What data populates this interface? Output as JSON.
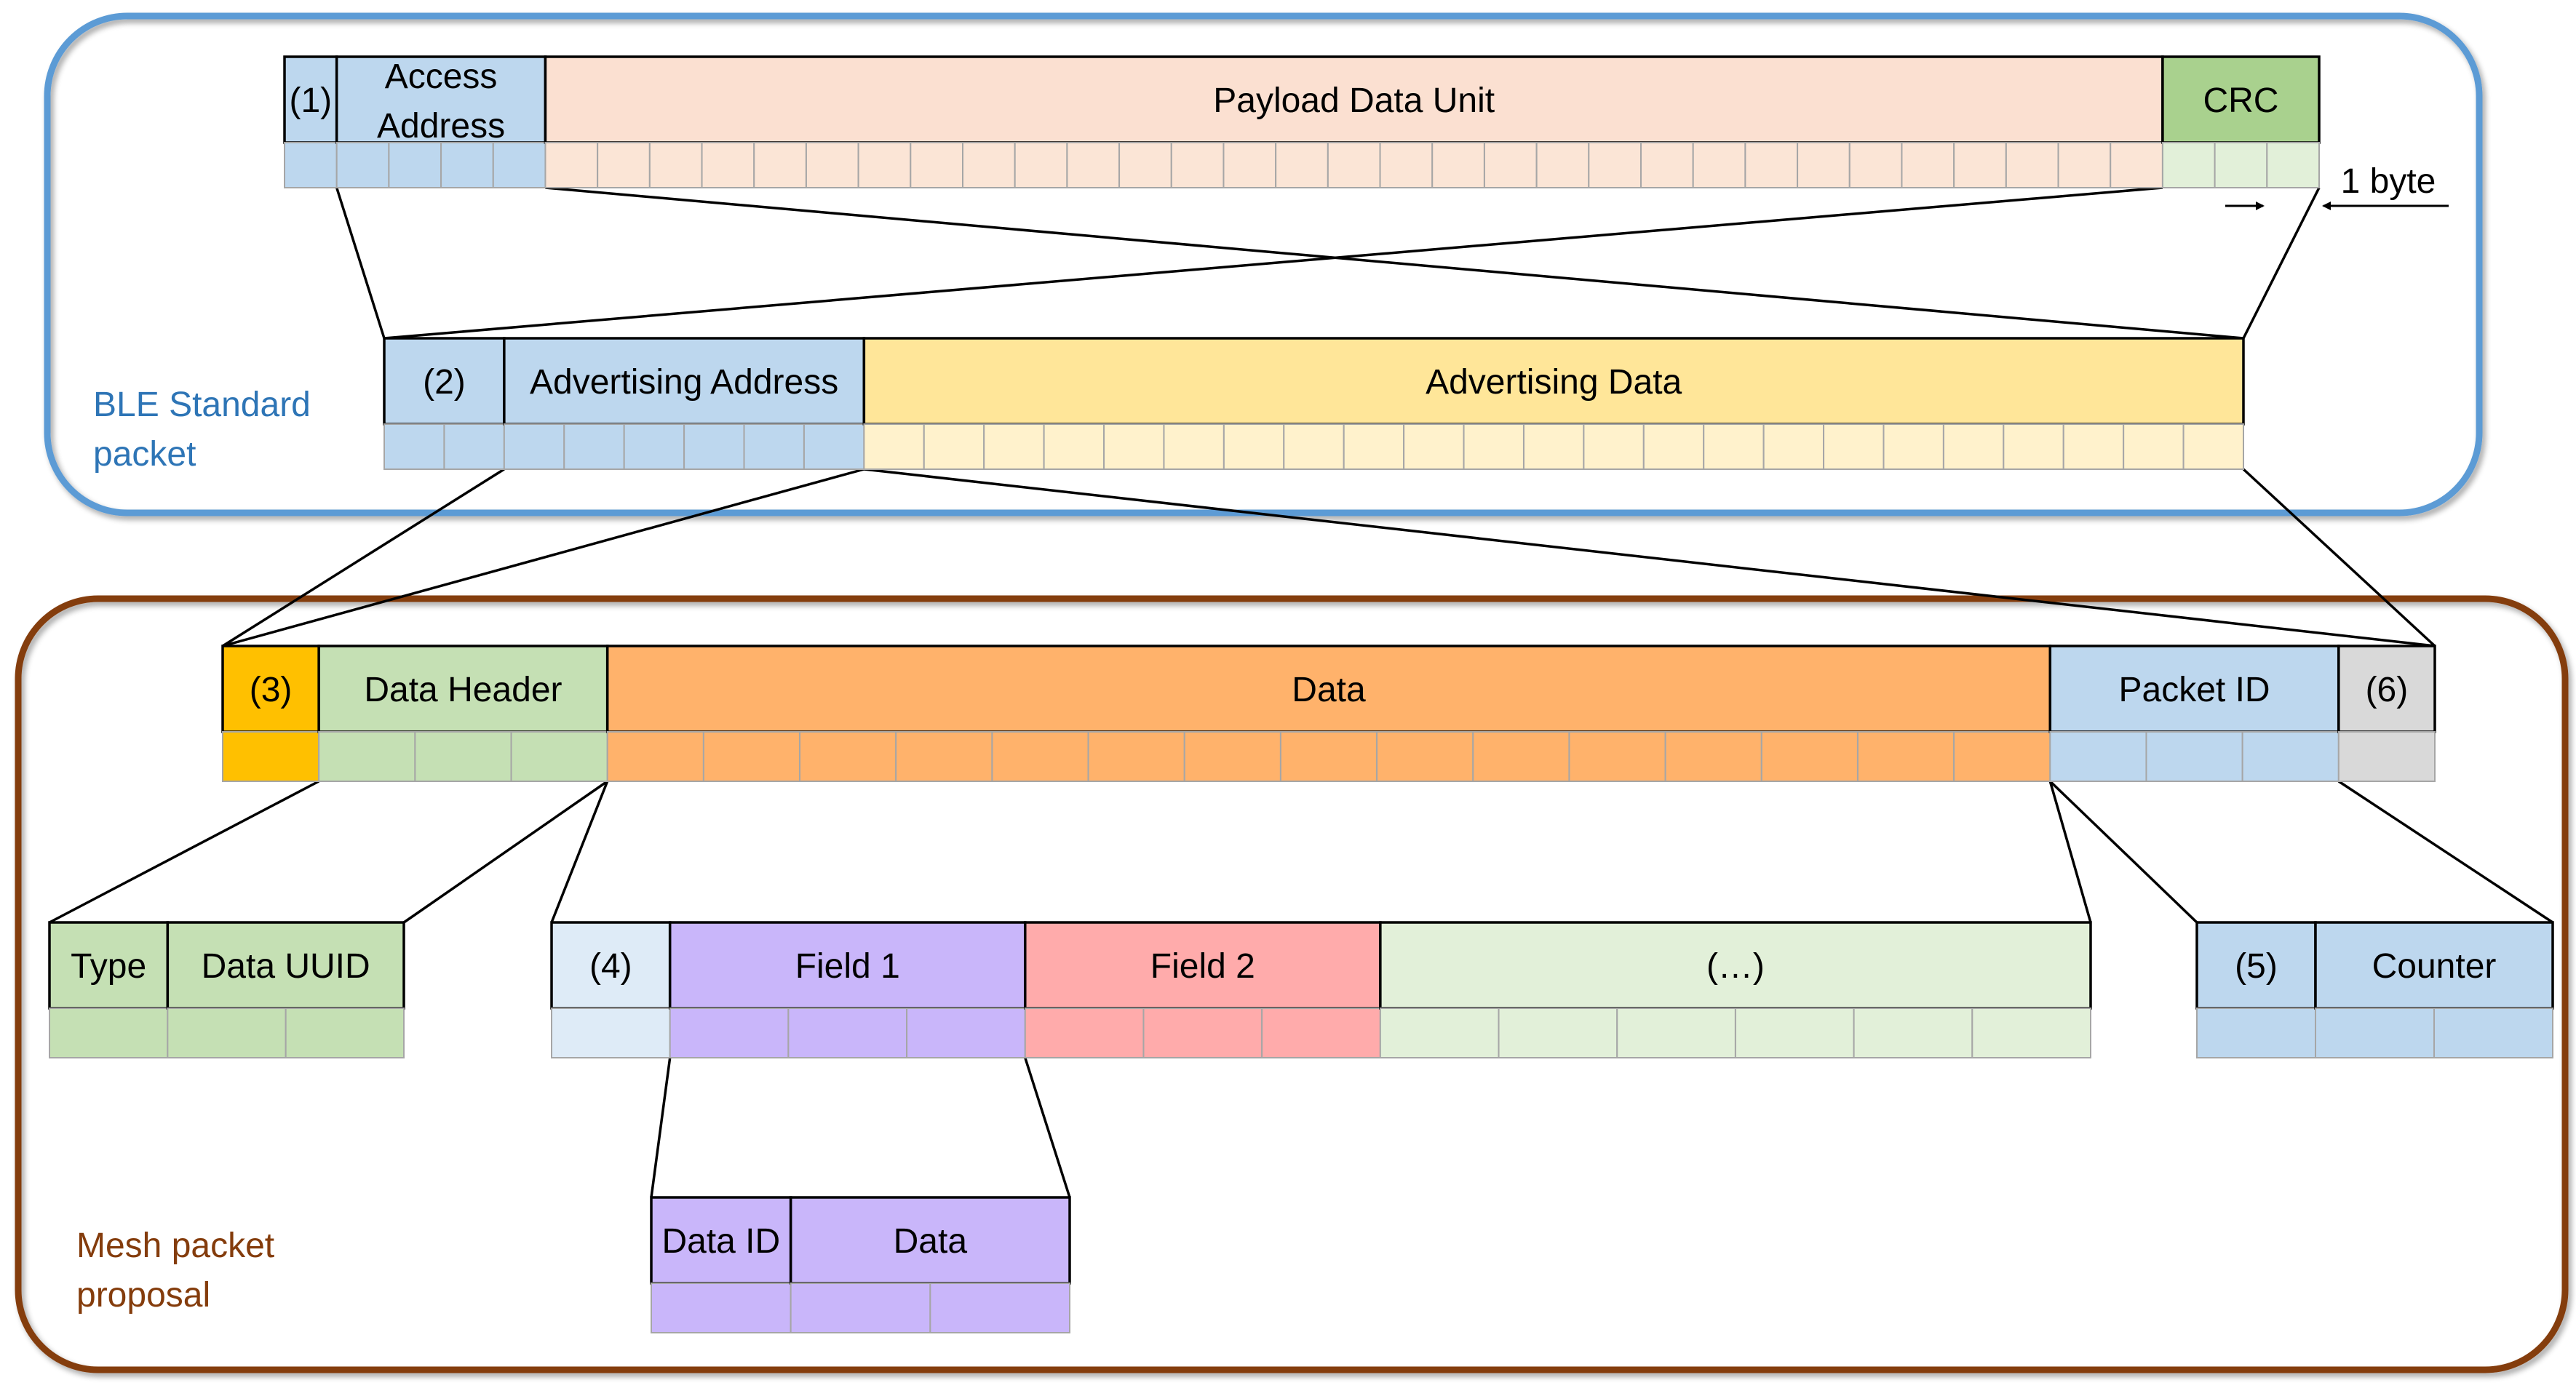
{
  "groups": {
    "ble": {
      "label": "BLE Standard packet",
      "color": "#2e75b6"
    },
    "mesh": {
      "label": "Mesh packet proposal",
      "color": "#843c0c"
    }
  },
  "byte_note": "1 byte",
  "rows": [
    {
      "id": "ble-packet",
      "fields": [
        {
          "key": "preamble",
          "label": "(1)",
          "bytes": 1,
          "color": "#bdd7ee",
          "light": "#bdd7ee"
        },
        {
          "key": "access-address",
          "label": "Access Address",
          "bytes": 4,
          "color": "#bdd7ee",
          "light": "#bdd7ee"
        },
        {
          "key": "payload-data-unit",
          "label": "Payload Data Unit",
          "bytes": 31,
          "color": "#fbe0d1",
          "light": "#fbe5d6"
        },
        {
          "key": "crc",
          "label": "CRC",
          "bytes": 3,
          "color": "#a9d18e",
          "light": "#e2f0d9"
        }
      ]
    },
    {
      "id": "pdu",
      "fields": [
        {
          "key": "header",
          "label": "(2)",
          "bytes": 2,
          "color": "#bdd7ee",
          "light": "#bdd7ee"
        },
        {
          "key": "advertising-address",
          "label": "Advertising Address",
          "bytes": 6,
          "color": "#bdd7ee",
          "light": "#bdd7ee"
        },
        {
          "key": "advertising-data",
          "label": "Advertising Data",
          "bytes": 23,
          "color": "#ffe699",
          "light": "#fff2cc"
        }
      ]
    },
    {
      "id": "mesh-packet",
      "fields": [
        {
          "key": "length",
          "label": "(3)",
          "bytes": 1,
          "color": "#ffc000",
          "light": "#ffc000"
        },
        {
          "key": "data-header",
          "label": "Data Header",
          "bytes": 3,
          "color": "#c5e0b4",
          "light": "#c5e0b4"
        },
        {
          "key": "data",
          "label": "Data",
          "bytes": 15,
          "color": "#ffb26b",
          "light": "#ffb26b"
        },
        {
          "key": "packet-id",
          "label": "Packet ID",
          "bytes": 3,
          "color": "#bdd7ee",
          "light": "#bdd7ee"
        },
        {
          "key": "checksum",
          "label": "(6)",
          "bytes": 1,
          "color": "#d9d9d9",
          "light": "#d9d9d9"
        }
      ]
    },
    {
      "id": "data-header-detail",
      "fields": [
        {
          "key": "type",
          "label": "Type",
          "bytes": 1,
          "color": "#c5e0b4",
          "light": "#c5e0b4"
        },
        {
          "key": "data-uuid",
          "label": "Data UUID",
          "bytes": 2,
          "color": "#c5e0b4",
          "light": "#c5e0b4"
        }
      ]
    },
    {
      "id": "data-detail",
      "fields": [
        {
          "key": "field-count",
          "label": "(4)",
          "bytes": 1,
          "color": "#deebf7",
          "light": "#deebf7"
        },
        {
          "key": "field-1",
          "label": "Field 1",
          "bytes": 3,
          "color": "#c9b6fa",
          "light": "#c9b6fa"
        },
        {
          "key": "field-2",
          "label": "Field 2",
          "bytes": 3,
          "color": "#ffabab",
          "light": "#ffabab"
        },
        {
          "key": "more-fields",
          "label": "(…)",
          "bytes": 6,
          "color": "#e2f0d9",
          "light": "#e2f0d9"
        }
      ]
    },
    {
      "id": "packet-id-detail",
      "fields": [
        {
          "key": "source",
          "label": "(5)",
          "bytes": 1,
          "color": "#bdd7ee",
          "light": "#bdd7ee"
        },
        {
          "key": "counter",
          "label": "Counter",
          "bytes": 2,
          "color": "#bdd7ee",
          "light": "#bdd7ee"
        }
      ]
    },
    {
      "id": "field-detail",
      "fields": [
        {
          "key": "data-id",
          "label": "Data ID",
          "bytes": 1,
          "color": "#c9b6fa",
          "light": "#c9b6fa"
        },
        {
          "key": "field-data",
          "label": "Data",
          "bytes": 2,
          "color": "#c9b6fa",
          "light": "#c9b6fa"
        }
      ]
    }
  ],
  "connectors": [
    {
      "from": "access-address",
      "to": "pdu"
    },
    {
      "from": "crc",
      "to": "pdu"
    },
    {
      "from": "advertising-address",
      "to": "mesh-packet"
    },
    {
      "from": "advertising-data",
      "to": "mesh-packet"
    },
    {
      "from": "data-header",
      "to": "data-header-detail"
    },
    {
      "from": "data",
      "to": "data-detail"
    },
    {
      "from": "packet-id",
      "to": "packet-id-detail"
    },
    {
      "from": "field-1",
      "to": "field-detail"
    }
  ]
}
